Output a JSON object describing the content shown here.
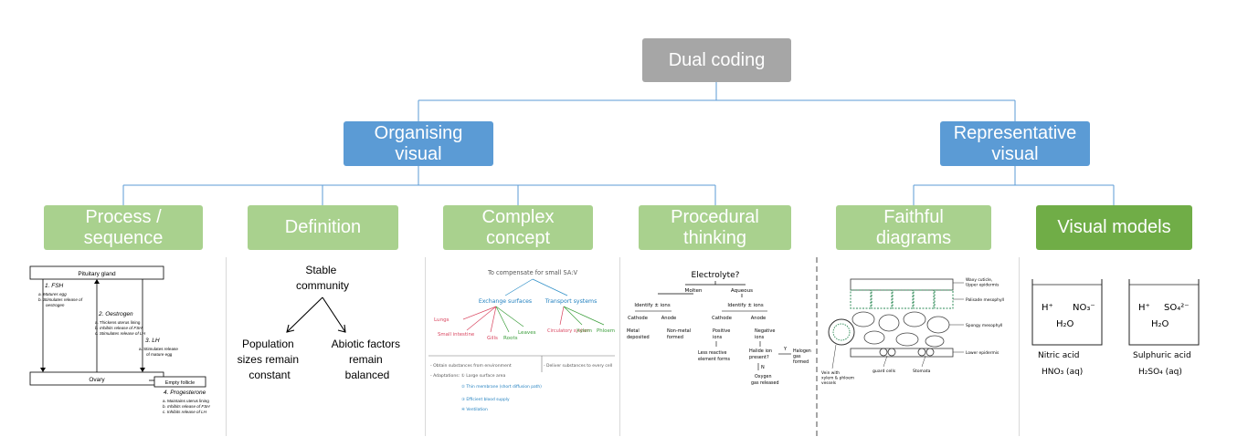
{
  "root": {
    "label": "Dual coding",
    "color": "#a6a6a6"
  },
  "branches": [
    {
      "label": "Organising\nvisual",
      "color": "#5b9bd5",
      "children": [
        {
          "label": "Process /\nsequence",
          "color": "#a9d18e"
        },
        {
          "label": "Definition",
          "color": "#a9d18e"
        },
        {
          "label": "Complex\nconcept",
          "color": "#a9d18e"
        },
        {
          "label": "Procedural\nthinking",
          "color": "#a9d18e"
        }
      ]
    },
    {
      "label": "Representative\nvisual",
      "color": "#5b9bd5",
      "children": [
        {
          "label": "Faithful\ndiagrams",
          "color": "#a9d18e"
        },
        {
          "label": "Visual models",
          "color": "#70ad47"
        }
      ]
    }
  ],
  "connector_color": "#5b9bd5",
  "examples": {
    "process": {
      "pituitary": "Pituitary gland",
      "ovary": "Ovary",
      "empty_follicle": "Empty follicle",
      "fsh": "1. FSH",
      "fsh_a": "a.  Matures egg",
      "fsh_b": "b.  Stimulates release of",
      "fsh_b2": "oestrogen",
      "oes": "2. Oestrogen",
      "oes_a": "a.  Thickens uterus lining",
      "oes_b": "b.  Inhibits release of FSH",
      "oes_c": "c.  Stimulates release of LH",
      "lh": "3. LH",
      "lh_a": "a.  Stimulates release",
      "lh_a2": "of mature egg",
      "prog": "4. Progesterone",
      "prog_a": "a.  Maintains uterus lining",
      "prog_b": "b.  Inhibits release of FSH",
      "prog_c": "c.  Inhibits release of LH"
    },
    "definition": {
      "top": "Stable\ncommunity",
      "left": "Population\nsizes remain\nconstant",
      "right": "Abiotic factors\nremain\nbalanced"
    },
    "complex": {
      "title": "To compensate for small SA:V",
      "exchange": "Exchange surfaces",
      "transport": "Transport systems",
      "lungs": "Lungs",
      "small_int": "Small intestine",
      "gills": "Gills",
      "leaves": "Leaves",
      "roots": "Roots",
      "circulatory": "Circulatory system",
      "xylem": "Xylem",
      "phloem": "Phloem",
      "obtain": "- Obtain substances from environment",
      "adaptations": "- Adaptations: ① Large surface area",
      "thin": "② Thin membrane (short diffusion path)",
      "blood": "③ Efficient blood supply",
      "vent": "④ Ventilation",
      "deliver": "- Deliver substances to every cell"
    },
    "procedural": {
      "title": "Electrolyte?",
      "molten": "Molten",
      "aqueous": "Aqueous",
      "identify1": "Identify ± ions",
      "identify2": "Identify ± ions",
      "cathode1": "Cathode",
      "anode1": "Anode",
      "metal": "Metal\ndeposited",
      "nonmetal": "Non-metal\nformed",
      "positive": "Positive\nions",
      "negative": "Negative\nions",
      "cathode2": "Cathode",
      "anode2": "Anode",
      "less": "Less reactive\nelement forms",
      "halide": "Halide ion\npresent?",
      "y": "Y",
      "n": "N",
      "halogen": "Halogen\ngas\nformed",
      "oxygen": "Oxygen\ngas released"
    },
    "faithful": {
      "waxy": "Waxy cuticle,\nUpper epidermis",
      "palisade": "Palisade mesophyll",
      "spongy": "Spongy mesophyll",
      "lower": "Lower epidermis",
      "guard": "guard cells",
      "stomata": "Stomata",
      "xylem": "Vein with\nxylem & phloem\nvessels"
    },
    "models": {
      "left_ion1": "H⁺",
      "left_ion2": "NO₃⁻",
      "left_water": "H₂O",
      "left_name": "Nitric acid",
      "left_formula": "HNO₃ (aq)",
      "right_ion1": "H⁺",
      "right_ion2": "SO₄²⁻",
      "right_water": "H₂O",
      "right_name": "Sulphuric acid",
      "right_formula": "H₂SO₄ (aq)"
    }
  }
}
